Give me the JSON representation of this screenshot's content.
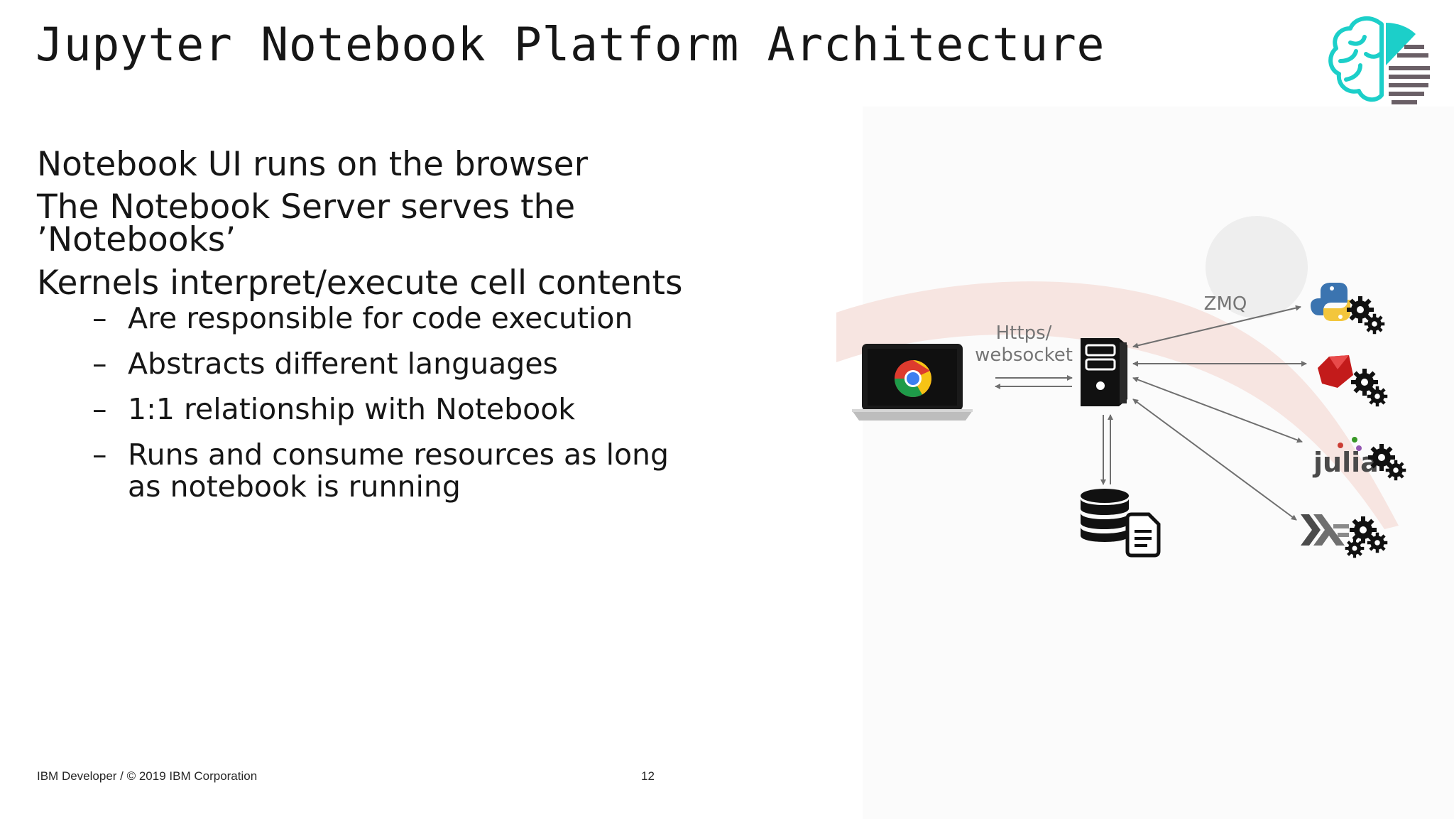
{
  "slide": {
    "title": "Jupyter Notebook Platform Architecture"
  },
  "bullets": {
    "items": [
      "Notebook UI runs on the browser",
      "The Notebook Server serves the ’Notebooks’",
      "Kernels interpret/execute cell contents"
    ],
    "sub_items": [
      "Are responsible for code execution",
      "Abstracts different languages",
      "1:1 relationship with Notebook",
      "Runs and consume resources as long as notebook is running"
    ],
    "sub_marker": "–"
  },
  "diagram": {
    "label_protocol_line1": "Https/",
    "label_protocol_line2": "websocket",
    "label_zmq": "ZMQ",
    "kernel_julia_label": "julia",
    "icons": [
      "laptop-icon",
      "chrome-icon",
      "server-icon",
      "database-icon",
      "document-icon",
      "python-icon",
      "ruby-icon",
      "julia-icon",
      "haskell-icon",
      "gears-icon"
    ],
    "colors": {
      "band": "#f6e1dc",
      "accent_teal": "#1ccfc9",
      "arrow": "#6f6f6f"
    }
  },
  "footer": {
    "copyright": "IBM Developer / © 2019 IBM Corporation",
    "page_number": "12"
  }
}
